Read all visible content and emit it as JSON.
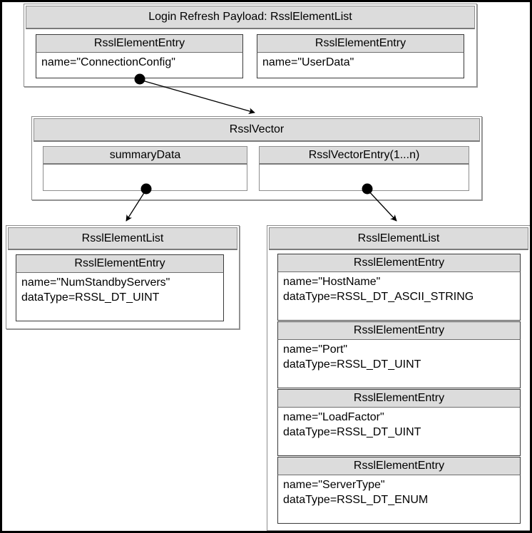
{
  "diagram": {
    "title": "Login Refresh Payload: RsslElementList",
    "root": {
      "header": "Login Refresh Payload: RsslElementList",
      "entries": [
        {
          "header": "RsslElementEntry",
          "line1": "name=\"ConnectionConfig\"",
          "line2": ""
        },
        {
          "header": "RsslElementEntry",
          "line1": "name=\"UserData\"",
          "line2": ""
        }
      ]
    },
    "vector": {
      "header": "RsslVector",
      "panels": [
        {
          "header": "summaryData"
        },
        {
          "header": "RsslVectorEntry(1...n)"
        }
      ]
    },
    "summary_list": {
      "header": "RsslElementList",
      "entries": [
        {
          "header": "RsslElementEntry",
          "line1": "name=\"NumStandbyServers\"",
          "line2": "dataType=RSSL_DT_UINT"
        }
      ]
    },
    "entry_list": {
      "header": "RsslElementList",
      "entries": [
        {
          "header": "RsslElementEntry",
          "line1": "name=\"HostName\"",
          "line2": "dataType=RSSL_DT_ASCII_STRING"
        },
        {
          "header": "RsslElementEntry",
          "line1": "name=\"Port\"",
          "line2": "dataType=RSSL_DT_UINT"
        },
        {
          "header": "RsslElementEntry",
          "line1": "name=\"LoadFactor\"",
          "line2": "dataType=RSSL_DT_UINT"
        },
        {
          "header": "RsslElementEntry",
          "line1": "name=\"ServerType\"",
          "line2": "dataType=RSSL_DT_ENUM"
        }
      ]
    },
    "connectors": [
      {
        "name": "connection-config-to-vector",
        "from": "ConnectionConfig",
        "to": "RsslVector"
      },
      {
        "name": "summary-data-to-element-list",
        "from": "summaryData",
        "to": "RsslElementList"
      },
      {
        "name": "vector-entry-to-element-list",
        "from": "RsslVectorEntry(1...n)",
        "to": "RsslElementList"
      }
    ],
    "colors": {
      "header_fill": "#dcdcdc",
      "body_fill": "#ffffff",
      "line": "#000000",
      "border": "#8c8c8c",
      "frame": "#000000"
    }
  }
}
